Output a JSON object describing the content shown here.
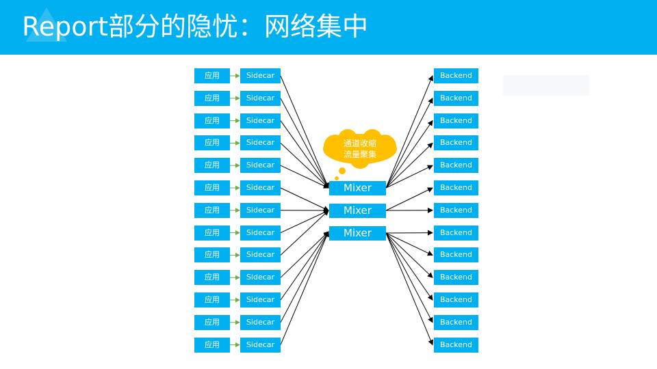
{
  "slide": {
    "title": "Report部分的隐忧：网络集中",
    "header_color": "#00b0f0",
    "box_color": "#00b0f0",
    "cloud_color": "#ffc000"
  },
  "diagram": {
    "app_label": "应用",
    "sidecar_label": "Sidecar",
    "backend_label": "Backend",
    "mixer_label": "Mixer",
    "rows": 13,
    "mixers": 3,
    "callout": [
      "通道收缩",
      "流量聚集"
    ]
  }
}
